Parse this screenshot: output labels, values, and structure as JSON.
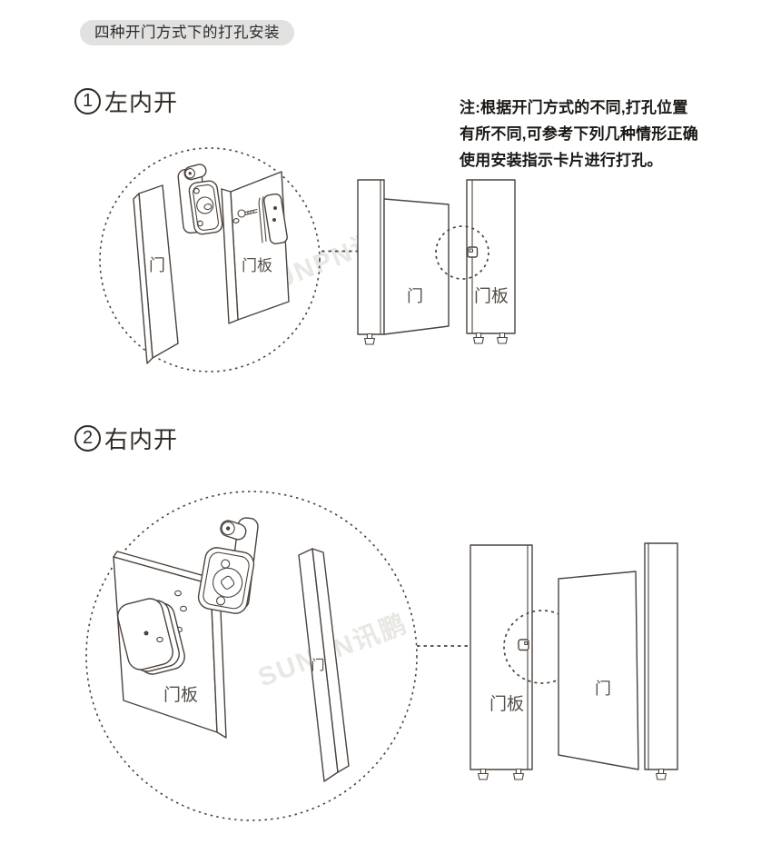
{
  "header": {
    "title": "四种开门方式下的打孔安装"
  },
  "sections": [
    {
      "number": "1",
      "title": "左内开"
    },
    {
      "number": "2",
      "title": "右内开"
    }
  ],
  "note": {
    "lines": [
      "注:根据开门方式的不同,打孔位置",
      "有所不同,可参考下列几种情形正确",
      "使用安装指示卡片进行打孔。"
    ]
  },
  "labels": {
    "door": "门",
    "panel": "门板"
  },
  "watermark": "SUNPN讯鹏",
  "colors": {
    "line": "#4c433d",
    "label": "#554d47",
    "heading": "#2f2a25",
    "note": "#1a1714",
    "pill_bg": "#e2e1e0",
    "pill_text": "#2a2a2a",
    "watermark": "#e9e7e4",
    "bg": "#ffffff"
  }
}
